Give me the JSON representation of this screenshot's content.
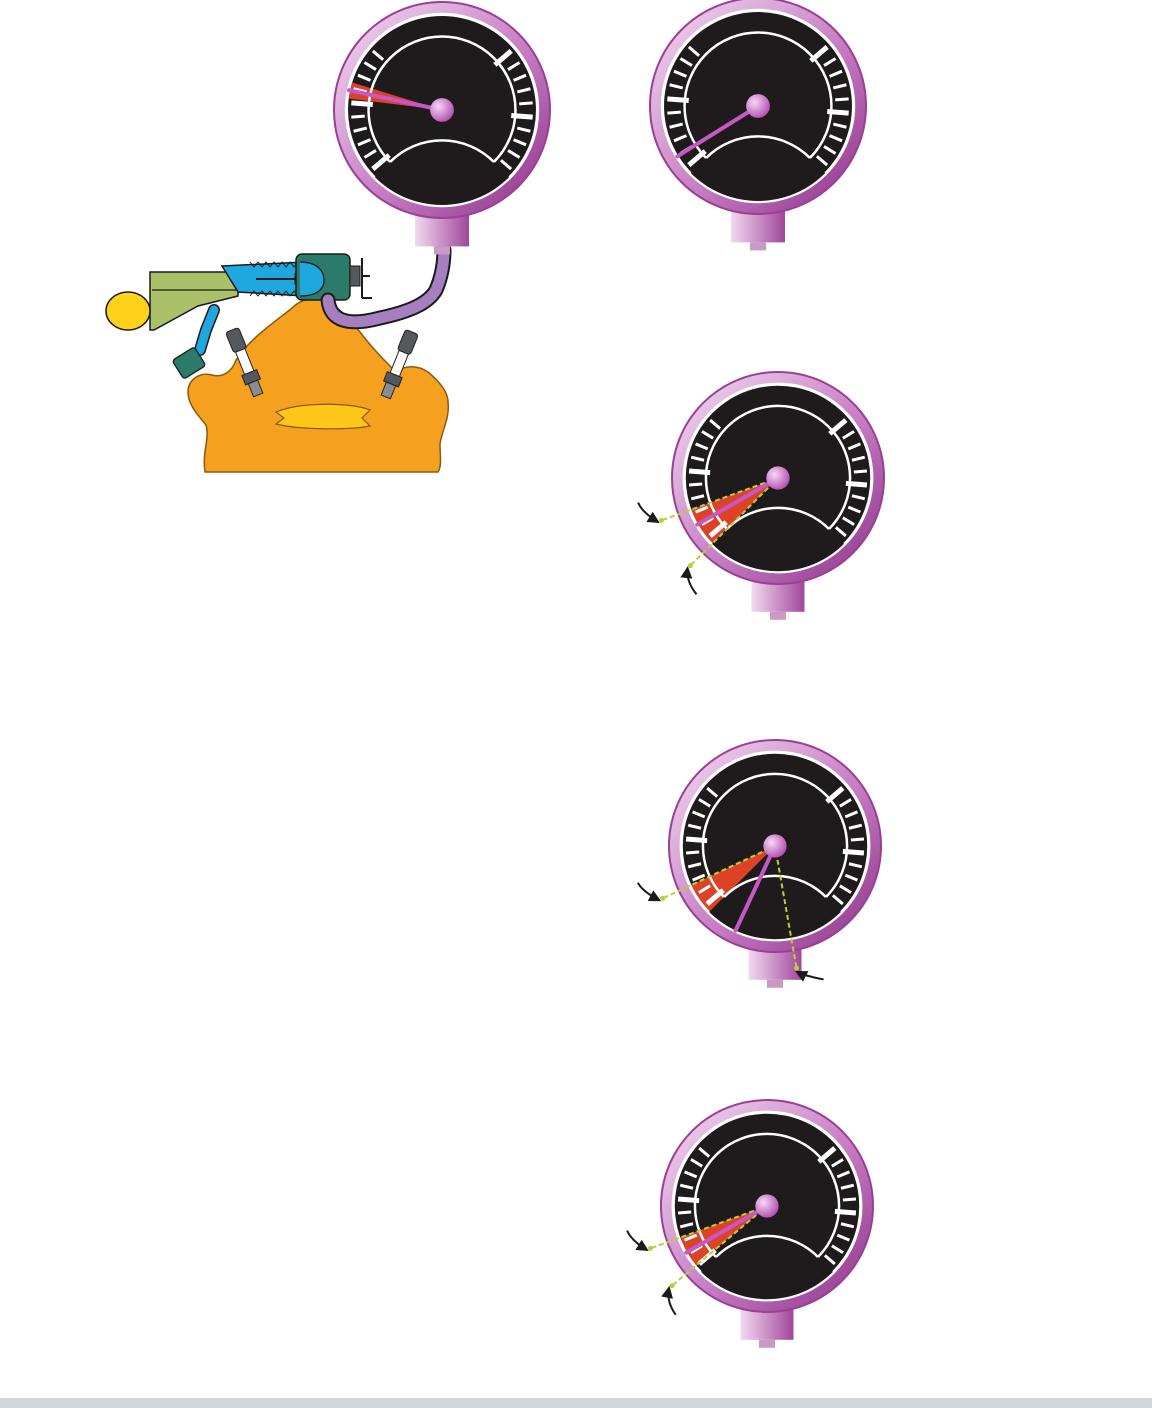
{
  "colors": {
    "gauge_rim": "#9b3f96",
    "gauge_rim_light": "#e8c9e6",
    "gauge_face": "#1f1b1c",
    "gauge_tick": "#ffffff",
    "needle": "#c458c4",
    "hub": "#d07ad0",
    "sweep_fill": "#e8442a",
    "limit_line": "#b8cf3a",
    "cylinder_head": "#f5a11f",
    "combustion_chamber": "#ffc61a",
    "fuel_rail": "#a9c26a",
    "injector_line": "#1fa7e0",
    "fitting": "#2b7a6a",
    "hose": "#a57fbf",
    "spark_plug": "#55585c",
    "cap": "#ffd21a"
  },
  "gauges": [
    {
      "id": "gauge-steady-reading",
      "needle_deg": 12,
      "sweep": [
        7,
        17
      ],
      "limit_marks": false
    },
    {
      "id": "gauge-low-reading",
      "needle_deg": -32,
      "sweep": null,
      "limit_marks": false
    },
    {
      "id": "gauge-moderate-fluctuation",
      "needle_deg": -30,
      "sweep": [
        -45,
        -20
      ],
      "limit_marks": true
    },
    {
      "id": "gauge-wide-fluctuation",
      "needle_deg": -65,
      "sweep": [
        -100,
        -25
      ],
      "limit_marks": true
    },
    {
      "id": "gauge-narrow-fluctuation",
      "needle_deg": -30,
      "sweep": [
        -40,
        -20
      ],
      "limit_marks": true
    }
  ],
  "icons": [
    "arrow-icon",
    "flow-arrow-icon"
  ]
}
